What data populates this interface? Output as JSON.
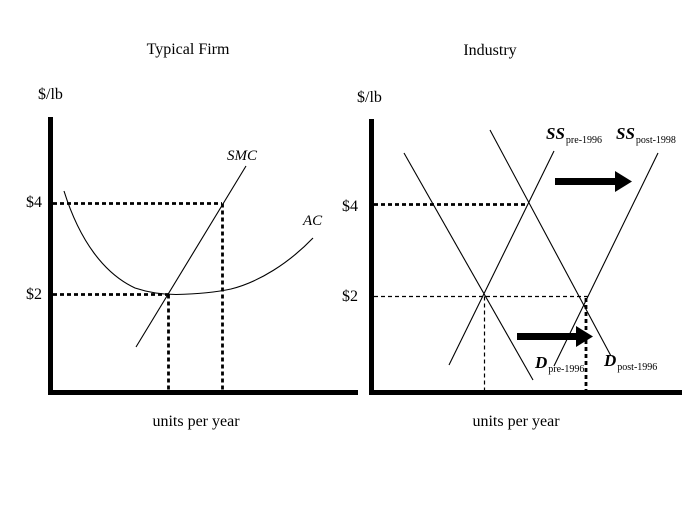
{
  "background_color": "#ffffff",
  "line_color": "#000000",
  "left_panel": {
    "title": "Typical Firm",
    "y_axis_label": "$/lb",
    "x_axis_label": "units per year",
    "price_label_4": "$4",
    "price_label_2": "$2",
    "curve_labels": {
      "smc": "SMC",
      "ac": "AC"
    }
  },
  "right_panel": {
    "title": "Industry",
    "y_axis_label": "$/lb",
    "x_axis_label": "units per year",
    "price_label_4": "$4",
    "price_label_2": "$2",
    "curve_labels": {
      "ss_pre": {
        "main": "SS",
        "sub": "pre-1996"
      },
      "ss_post": {
        "main": "SS",
        "sub": "post-1998"
      },
      "d_pre": {
        "main": "D",
        "sub": "pre-1996"
      },
      "d_post": {
        "main": "D",
        "sub": "post-1996"
      }
    }
  }
}
